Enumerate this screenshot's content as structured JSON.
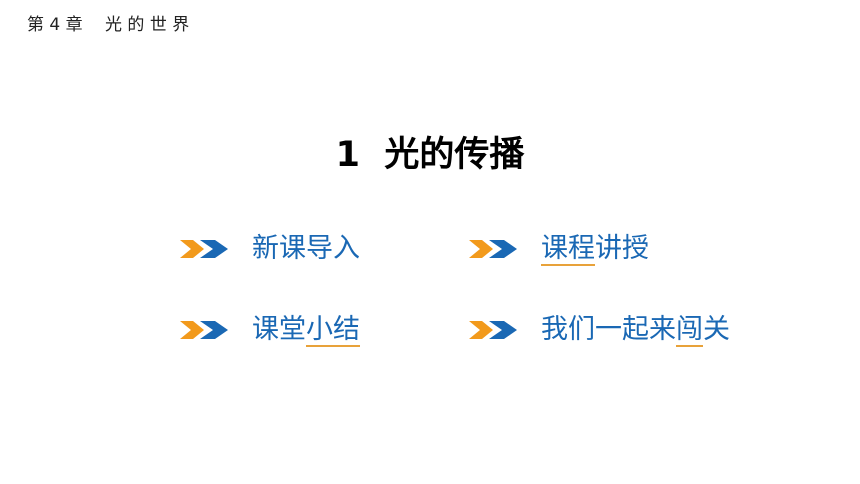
{
  "header": {
    "chapter": "第 4 章　 光 的 世 界"
  },
  "title": "1  光的传播",
  "colors": {
    "label_blue": "#1a68b4",
    "arrow_orange": "#f29a1c",
    "arrow_blue": "#1a68b4",
    "underline_orange": "#e8a23a"
  },
  "menu": {
    "new_lesson": {
      "pre": "新课导入",
      "underlined": "",
      "post": "",
      "icon": "double-chevron-right-icon"
    },
    "lecture": {
      "pre": "",
      "underlined": "课程",
      "post": "讲授",
      "icon": "double-chevron-right-icon"
    },
    "summary": {
      "pre": "课堂",
      "underlined": "小结",
      "post": "",
      "icon": "double-chevron-right-icon"
    },
    "challenge": {
      "pre": "我们一起来",
      "underlined": "闯",
      "post": "关",
      "icon": "double-chevron-right-icon"
    }
  }
}
